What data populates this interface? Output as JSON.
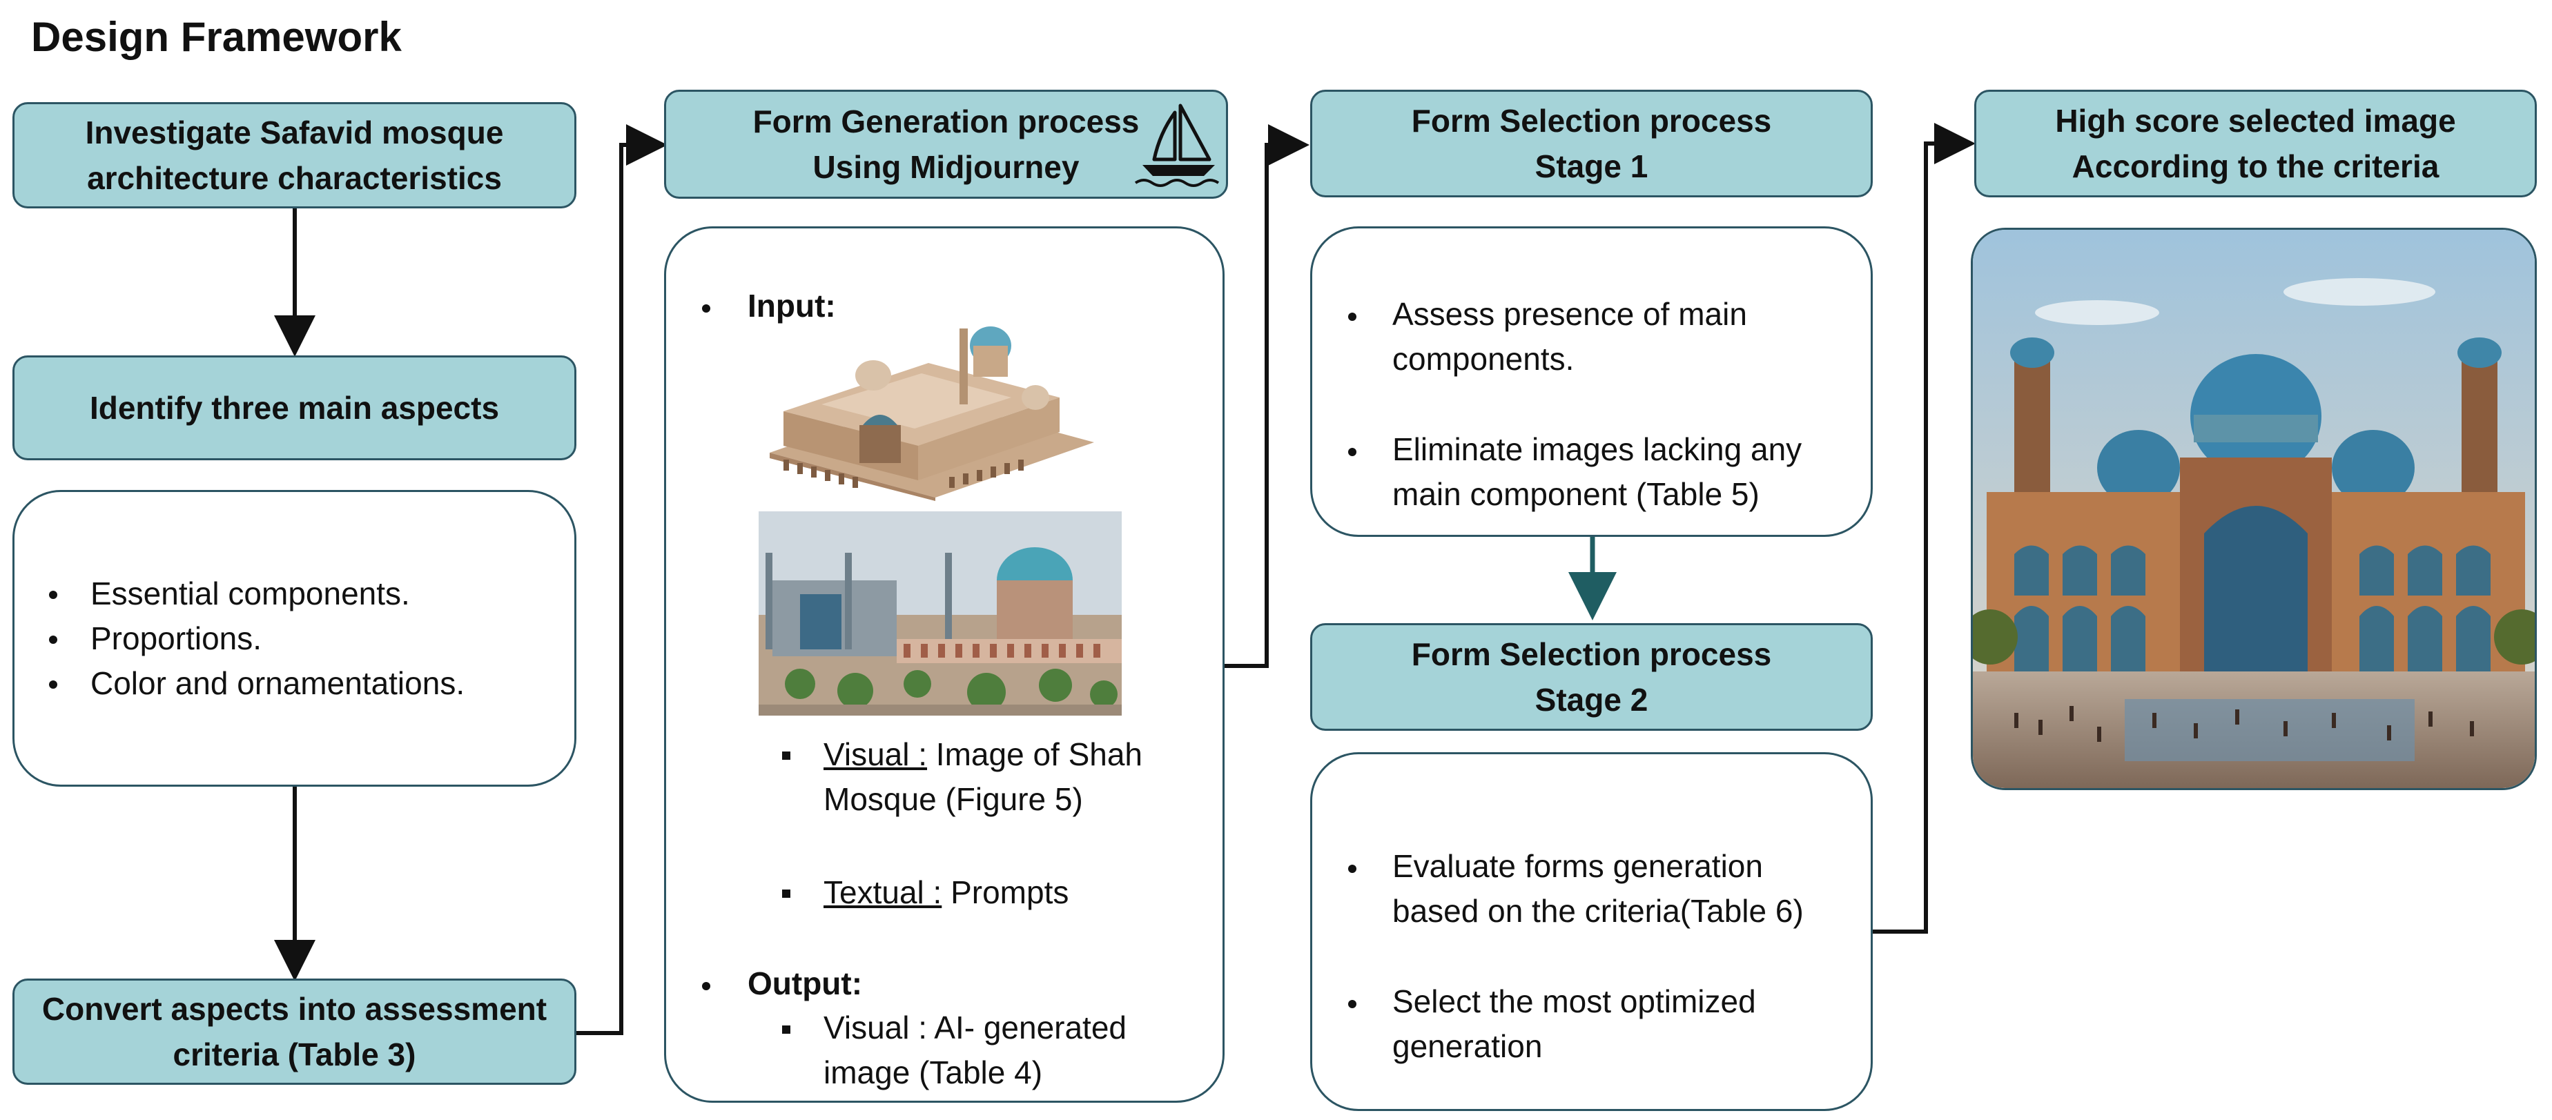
{
  "title": "Design Framework",
  "column1": {
    "box1": "Investigate Safavid mosque\narchitecture characteristics",
    "box2": "Identify three main aspects",
    "aspects": [
      "Essential components.",
      "Proportions.",
      "Color and ornamentations."
    ],
    "box3": "Convert aspects into assessment\ncriteria (Table 3)"
  },
  "column2": {
    "header": "Form Generation process\nUsing Midjourney",
    "input_label": "Input:",
    "visual_label": "Visual :",
    "visual_text_line1": " Image of Shah",
    "visual_text_line2": "Mosque (Figure 5)",
    "textual_label": "Textual :",
    "textual_text": " Prompts",
    "output_label": "Output:",
    "output_line1": "Visual : AI- generated",
    "output_line2": "image (Table 4)"
  },
  "column3": {
    "header1": "Form Selection process\nStage 1",
    "stage1_items": [
      "Assess presence of main\ncomponents.",
      "Eliminate images lacking any\nmain component (Table 5)"
    ],
    "header2": "Form Selection process\nStage 2",
    "stage2_items": [
      "Evaluate forms generation\nbased on the criteria(Table 6)",
      "Select the most optimized\ngeneration"
    ]
  },
  "column4": {
    "header": "High score selected image\nAccording to the criteria"
  },
  "colors": {
    "box_fill": "#a5d3d8",
    "box_border": "#2c5563",
    "arrow_teal": "#1f5d62"
  },
  "icons": [
    "sailboat-icon"
  ]
}
